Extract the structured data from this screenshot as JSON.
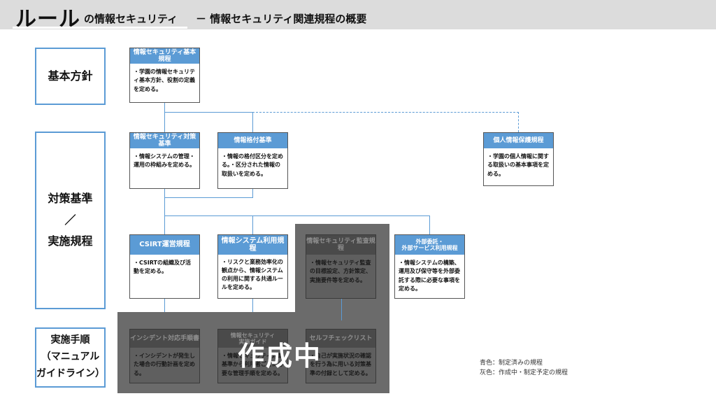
{
  "header": {
    "title_main": "ルール",
    "title_sub": "の情報セキュリティ",
    "description": "－ 情報セキュリティ関連規程の概要"
  },
  "levels": {
    "basic_policy": "基本方針",
    "standards_line1": "対策基準",
    "standards_line2": "／",
    "standards_line3": "実施規程",
    "procedures_line1": "実施手順",
    "procedures_line2": "（マニュアル",
    "procedures_line3": "ガイドライン）"
  },
  "boxes": {
    "basic_rules": {
      "title": "情報セキュリティ基本規程",
      "body": "・学園の情報セキュリティ基本方針、役割の定義を定める。"
    },
    "security_standards": {
      "title": "情報セキュリティ対策基準",
      "body": "・情報システムの管理・運用の枠組みを定める。"
    },
    "classification": {
      "title": "情報格付基準",
      "body": "・情報の格付区分を定める。・区分された情報の取扱いを定める。"
    },
    "privacy": {
      "title": "個人情報保護規程",
      "body": "・学園の個人情報に関する取扱いの基本事項を定める。"
    },
    "csirt": {
      "title": "CSIRT運営規程",
      "body": "・CSIRTの組織及び活動を定める。"
    },
    "system_usage": {
      "title": "情報システム利用規程",
      "body": "・リスクと業務効率化の観点から、情報システムの利用に関する共通ルールを定める。"
    },
    "audit": {
      "title": "情報セキュリティ監査規程",
      "body": "・情報セキュリティ監査の目標設定、方針策定、実施要件等を定める。"
    },
    "outsourcing": {
      "title_line1": "外部委託・",
      "title_line2": "外部サービス利用規程",
      "body": "・情報システムの構築、運用及び保守等を外部委託する際に必要な事項を定める。"
    },
    "incident": {
      "title": "インシデント対応手順書",
      "body": "・インシデントが発生した場合の行動計画を定める。"
    },
    "guide_line1": "情報セキュリティ",
    "guide_line2": "実施ガイド",
    "guide_body": "・情報セキュリティ対策基準から利用者ごとに必要な管理手順を定める。",
    "checklist": {
      "title": "セルフチェックリスト",
      "body": "・自己が実施状況の確認を行う為に用いる対策基準の付録として定める。"
    }
  },
  "overlay_text": "作成中",
  "legend": {
    "blue": "青色：制定済みの規程",
    "gray": "灰色：作成中・制定予定の規程"
  },
  "colors": {
    "blue": "#5b9bd5",
    "gray": "#6b6b6b"
  }
}
